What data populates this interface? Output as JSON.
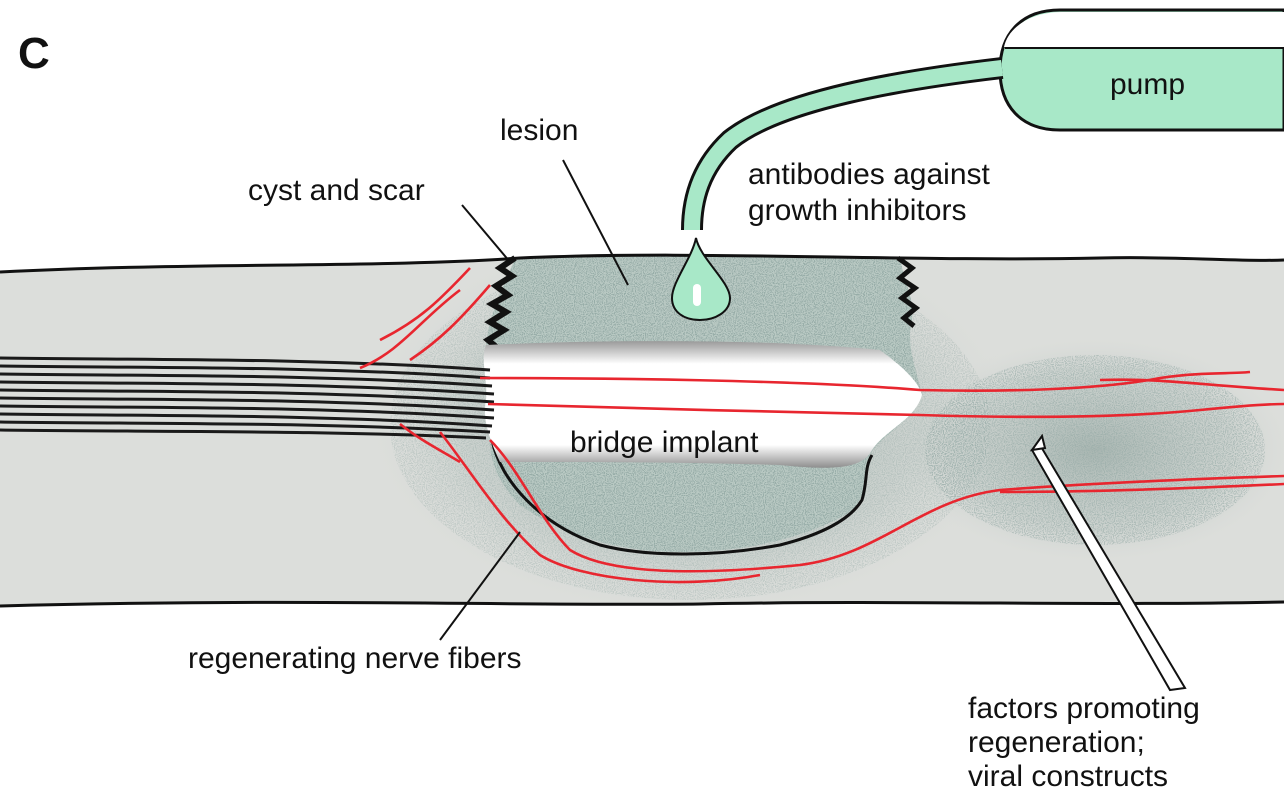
{
  "panel_label": "C",
  "labels": {
    "pump": "pump",
    "lesion": "lesion",
    "cyst_and_scar": "cyst and scar",
    "antibodies_line1": "antibodies against",
    "antibodies_line2": "growth inhibitors",
    "bridge_implant": "bridge implant",
    "regenerating_nerve_fibers": "regenerating nerve fibers",
    "factors_line1": "factors promoting",
    "factors_line2": "regeneration;",
    "factors_line3": "viral constructs"
  },
  "colors": {
    "cord_fill": "#dcdedb",
    "outline": "#111111",
    "pump_fill": "#a8e8c8",
    "lesion_stipple": "#6f8a86",
    "implant_fill": "#f2f2f2",
    "regenerating_fiber": "#e8262f",
    "old_fiber": "#222222"
  }
}
